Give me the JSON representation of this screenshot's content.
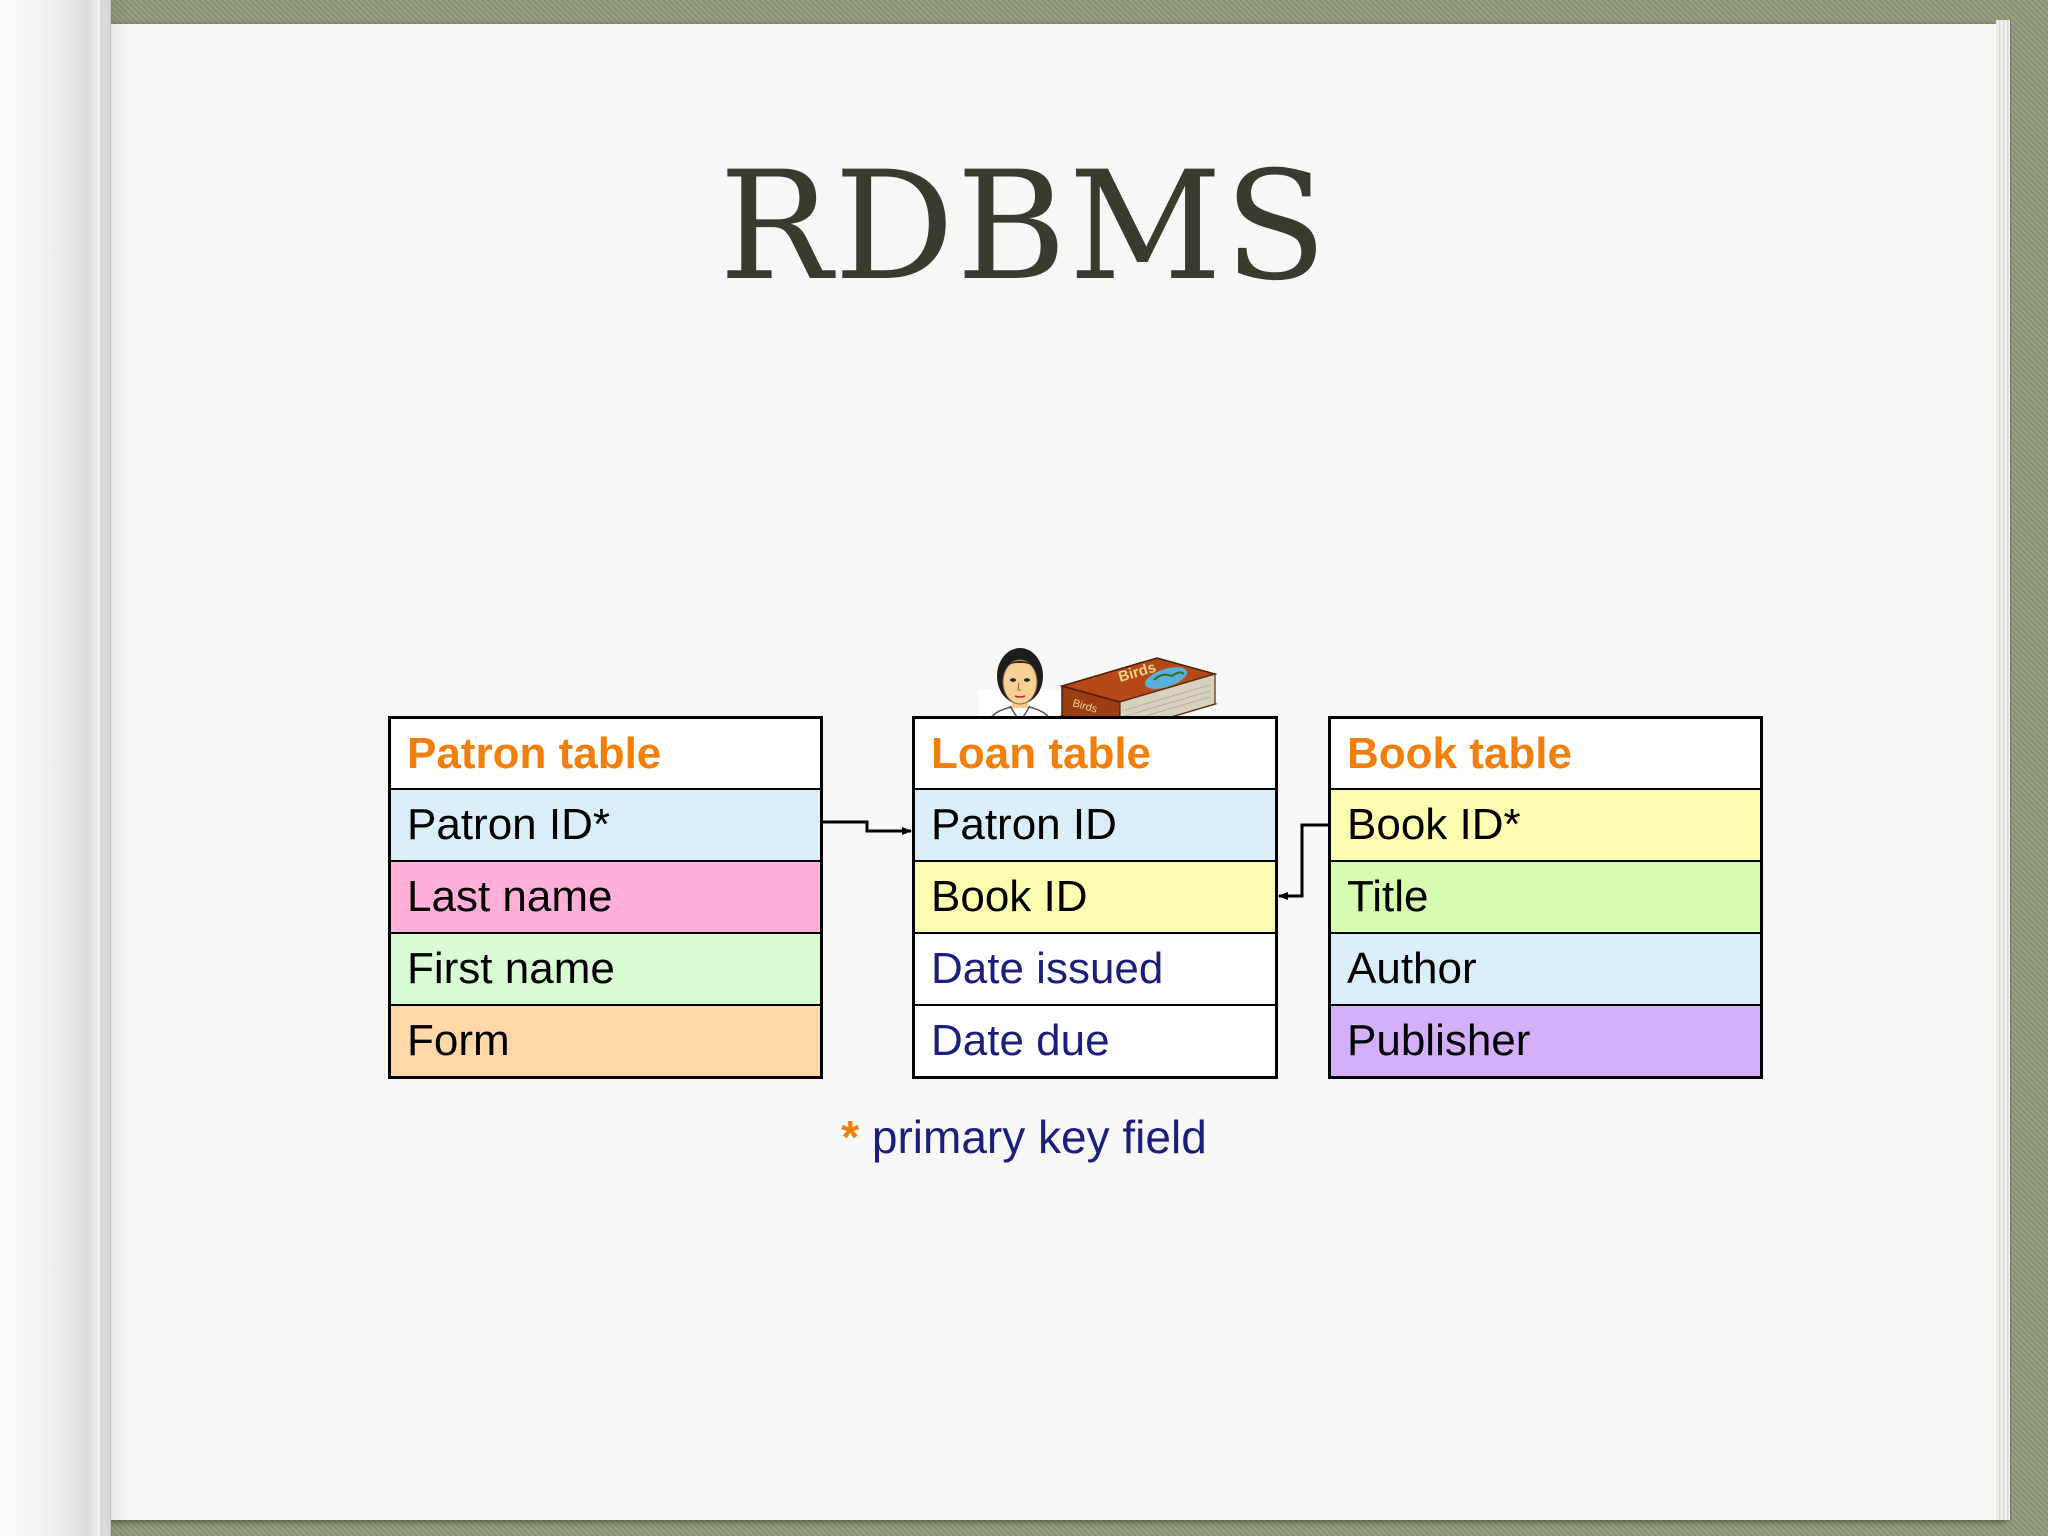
{
  "title": "RDBMS",
  "colors": {
    "header": "#f27f0c",
    "navy": "#1b1f7a",
    "light_blue": "#d9eef9",
    "pink": "#ffafd8",
    "light_green": "#d8fbd4",
    "peach": "#ffd8a8",
    "yellow": "#fdfdb0",
    "lime": "#d5fcb0",
    "lavender": "#d4b0fa"
  },
  "tables": {
    "patron": {
      "name": "Patron table",
      "fields": [
        {
          "label": "Patron ID*",
          "color": "#d9eef9"
        },
        {
          "label": "Last name",
          "color": "#ffafd8"
        },
        {
          "label": "First name",
          "color": "#d8fbd4"
        },
        {
          "label": "Form",
          "color": "#ffd8a8"
        }
      ]
    },
    "loan": {
      "name": "Loan table",
      "fields": [
        {
          "label": "Patron ID",
          "color": "#d9eef9"
        },
        {
          "label": "Book ID",
          "color": "#fdfdb0"
        },
        {
          "label": "Date issued",
          "color": "#ffffff"
        },
        {
          "label": "Date due",
          "color": "#ffffff"
        }
      ]
    },
    "book": {
      "name": "Book table",
      "fields": [
        {
          "label": "Book ID*",
          "color": "#fdfdb0"
        },
        {
          "label": "Title",
          "color": "#d5fcb0"
        },
        {
          "label": "Author",
          "color": "#d9eef9"
        },
        {
          "label": "Publisher",
          "color": "#d4b0fa"
        }
      ]
    }
  },
  "clipart": {
    "person_icon": "person-icon",
    "book_icon": "book-icon",
    "book_spine_text": "Birds",
    "book_cover_text": "Birds"
  },
  "footnote": {
    "star": "*",
    "text": "primary key field"
  }
}
